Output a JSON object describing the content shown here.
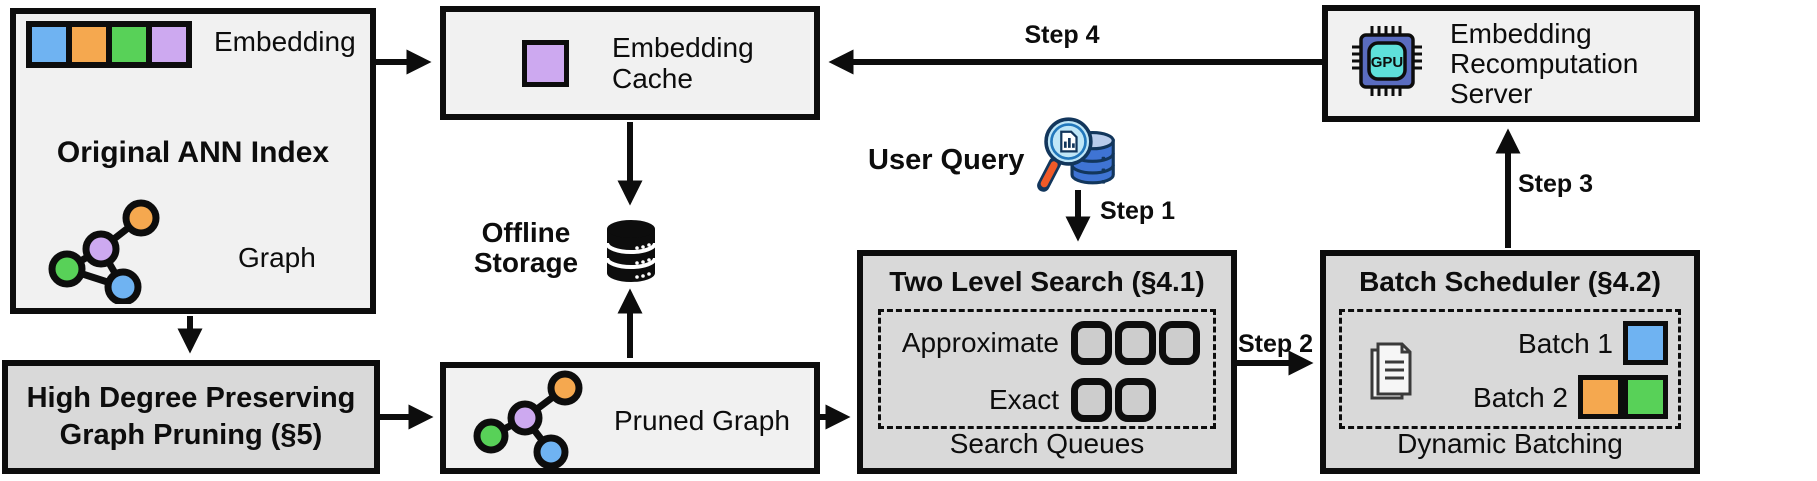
{
  "figure": {
    "ann_index": {
      "title": "Original ANN Index",
      "embedding_label": "Embedding",
      "graph_label": "Graph"
    },
    "embedding_cache": {
      "label": "Embedding Cache"
    },
    "offline_storage": {
      "label": "Offline Storage"
    },
    "graph_pruning": {
      "label": "High Degree Preserving Graph Pruning (§5)"
    },
    "pruned_graph": {
      "label": "Pruned Graph"
    },
    "user_query": {
      "label": "User Query"
    },
    "two_level_search": {
      "title": "Two Level Search (§4.1)",
      "row1_label": "Approximate",
      "row1_queue_count": 3,
      "row2_label": "Exact",
      "row2_queue_count": 2,
      "footer": "Search Queues"
    },
    "batch_scheduler": {
      "title": "Batch Scheduler (§4.2)",
      "batch1_label": "Batch 1",
      "batch1_colors": [
        "blue"
      ],
      "batch2_label": "Batch 2",
      "batch2_colors": [
        "orange",
        "green"
      ],
      "footer": "Dynamic Batching"
    },
    "recomputation_server": {
      "label": "Embedding Recomputation Server",
      "chip_text": "GPU"
    },
    "steps": {
      "step1": "Step 1",
      "step2": "Step 2",
      "step3": "Step 3",
      "step4": "Step 4"
    }
  },
  "colors": {
    "blue": "#6FB3F2",
    "orange": "#F5A84F",
    "green": "#58D158",
    "purple": "#CDA9F0",
    "box_light": "#F1F1F1",
    "box_dark": "#D9D9D9",
    "queue_fill": "#CDCDCD",
    "border_black": "#0D0D0D",
    "gpu_body": "#5A6CC0",
    "gpu_core": "#5EE0DA",
    "query_db_blue": "#3F74D4",
    "query_lens_cyan": "#BFE6F7",
    "query_handle_orange": "#F05A28"
  }
}
